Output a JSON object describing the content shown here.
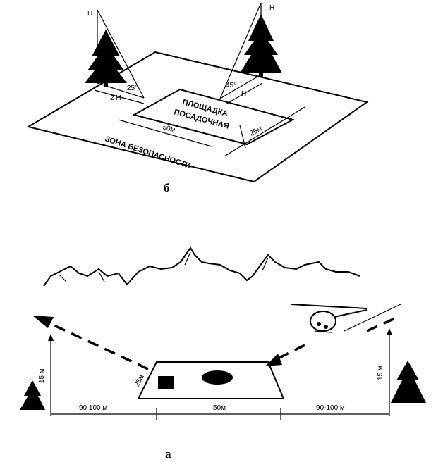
{
  "diagram_top": {
    "caption": "б",
    "pad_label_line1": "ПЛОЩАДКА",
    "pad_label_line2": "ПОСАДОЧНАЯ",
    "safety_zone_label": "ЗОНА БЕЗОПАСНОСТИ",
    "pad_length": "50м",
    "zone_width": "25м",
    "angle_left": "25°",
    "angle_right": "45°",
    "height_left": "Н",
    "height_right": "Н",
    "distance_left": "2 Н",
    "distance_right": "Н"
  },
  "diagram_bottom": {
    "caption": "а",
    "pad_length": "50м",
    "edge_length": "25м",
    "approach_left": "90 100 м",
    "approach_right": "90-100 м",
    "tree_height_left": "15 м",
    "tree_height_right": "15 м"
  }
}
